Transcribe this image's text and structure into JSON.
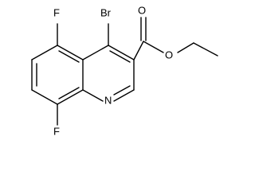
{
  "atoms": {
    "br": "Br",
    "f_top": "F",
    "f_bottom": "F",
    "o_carbonyl": "O",
    "o_ester": "O",
    "n_ring": "N"
  }
}
